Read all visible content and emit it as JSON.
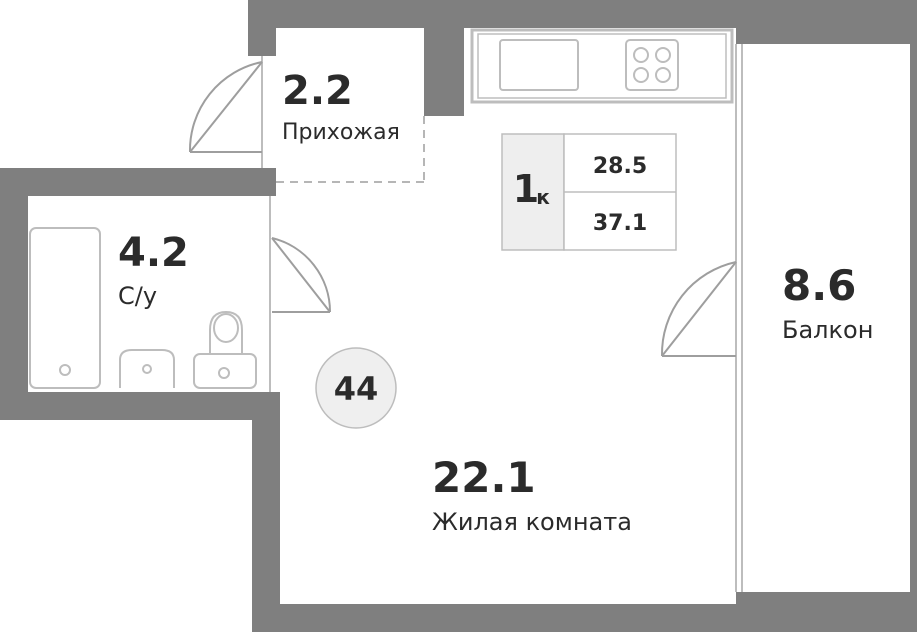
{
  "plan": {
    "apartment": {
      "rooms_label": "1",
      "rooms_suffix": "к",
      "living_area": "28.5",
      "total_area": "37.1"
    },
    "unit_number": "44",
    "rooms": [
      {
        "id": "hallway",
        "area": "2.2",
        "name": "Прихожая"
      },
      {
        "id": "bathroom",
        "area": "4.2",
        "name": "С/у"
      },
      {
        "id": "living",
        "area": "22.1",
        "name": "Жилая комната"
      },
      {
        "id": "balcony",
        "area": "8.6",
        "name": "Балкон"
      }
    ],
    "colors": {
      "wall": "#7f7f7f",
      "fixture_line": "#bdbdbd",
      "info_cell": "#eeeeee",
      "text": "#2b2b2b"
    }
  }
}
